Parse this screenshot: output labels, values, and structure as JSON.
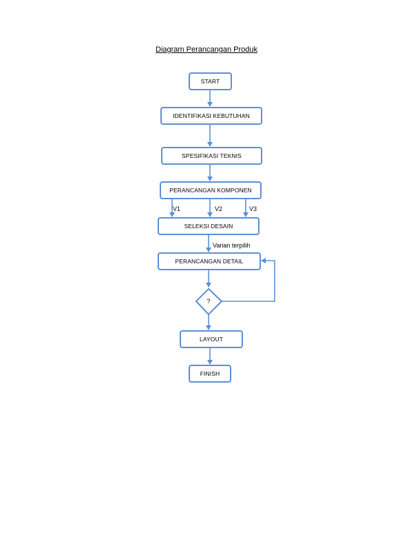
{
  "title": "Diagram Perancangan Produk",
  "nodes": {
    "start": "START",
    "identifikasi": "IDENTIFIKASI KEBUTUHAN",
    "spesifikasi": "SPESIFIKASI TEKNIS",
    "komponen": "PERANCANGAN KOMPONEN",
    "seleksi": "SELEKSI DESAIN",
    "detail": "PERANCANGAN DETAIL",
    "decision": "?",
    "layout": "LAYOUT",
    "finish": "FINISH"
  },
  "edge_labels": {
    "v1": "V1",
    "v2": "V2",
    "v3": "V3",
    "varian": "Varian terpilih"
  },
  "colors": {
    "stroke": "#5b8fd6"
  }
}
